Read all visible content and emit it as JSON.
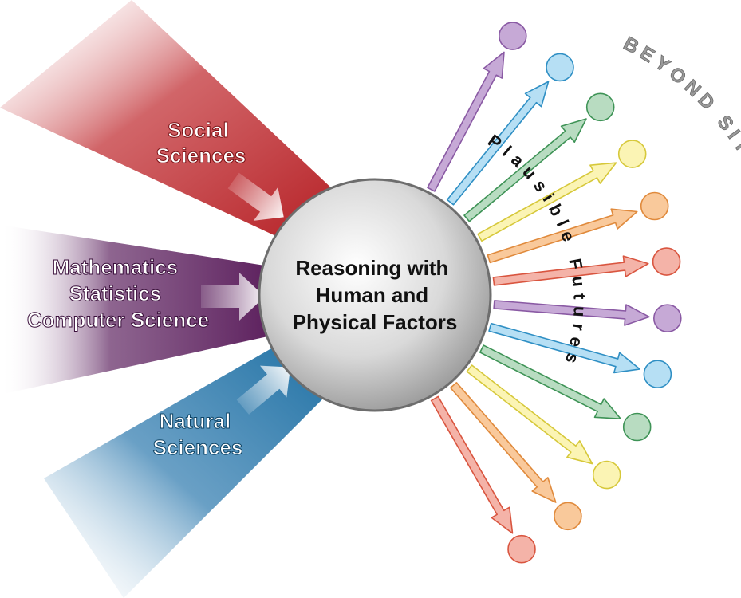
{
  "inputs": [
    {
      "label_lines": [
        "Social",
        "Sciences"
      ],
      "color": "#b51f24"
    },
    {
      "label_lines": [
        "Mathematics",
        "Statistics",
        "Computer Science"
      ],
      "color": "#5b1e5c"
    },
    {
      "label_lines": [
        "Natural",
        "Sciences"
      ],
      "color": "#1b6ea2"
    }
  ],
  "center": {
    "title_lines": [
      "Reasoning with",
      "Human and",
      "Physical Factors"
    ]
  },
  "arc_label_inner": "Plausible Futures",
  "arc_label_outer": "BEYOND SITUATION AWARENESS",
  "futures": [
    {
      "fill": "#c6a9d6",
      "stroke": "#8a5aa4"
    },
    {
      "fill": "#b6dff4",
      "stroke": "#2f8fc4"
    },
    {
      "fill": "#b8dcc1",
      "stroke": "#3e9356"
    },
    {
      "fill": "#fbf4b4",
      "stroke": "#d6c83a"
    },
    {
      "fill": "#f9c99b",
      "stroke": "#e08a3c"
    },
    {
      "fill": "#f4b3a8",
      "stroke": "#d9553f"
    },
    {
      "fill": "#c6a9d6",
      "stroke": "#8a5aa4"
    },
    {
      "fill": "#b6dff4",
      "stroke": "#2f8fc4"
    },
    {
      "fill": "#b8dcc1",
      "stroke": "#3e9356"
    },
    {
      "fill": "#fbf4b4",
      "stroke": "#d6c83a"
    },
    {
      "fill": "#f9c99b",
      "stroke": "#e08a3c"
    },
    {
      "fill": "#f4b3a8",
      "stroke": "#d9553f"
    }
  ]
}
